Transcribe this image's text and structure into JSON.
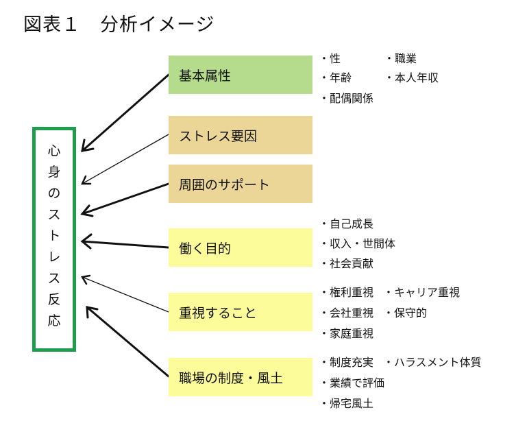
{
  "title": "図表１　分析イメージ",
  "target": {
    "label": "心身のストレス反応"
  },
  "factors": [
    {
      "label": "基本属性",
      "color": "#b5dc8c",
      "items": [
        "・性",
        "・職業",
        "・年齢",
        "・本人年収",
        "・配偶関係"
      ]
    },
    {
      "label": "ストレス要因",
      "color": "#ebd698",
      "items": []
    },
    {
      "label": "周囲のサポート",
      "color": "#ebd698",
      "items": []
    },
    {
      "label": "働く目的",
      "color": "#fdfc9b",
      "items": [
        "・自己成長",
        "・収入・世間体",
        "・社会貢献"
      ]
    },
    {
      "label": "重視すること",
      "color": "#fdfc9b",
      "items": [
        "・権利重視",
        "・キャリア重視",
        "・会社重視",
        "・保守的",
        "・家庭重視"
      ]
    },
    {
      "label": "職場の制度・風土",
      "color": "#fdfc9b",
      "items": [
        "・制度充実",
        "・ハラスメント体質",
        "・業績で評価",
        "・帰宅風土"
      ]
    }
  ]
}
